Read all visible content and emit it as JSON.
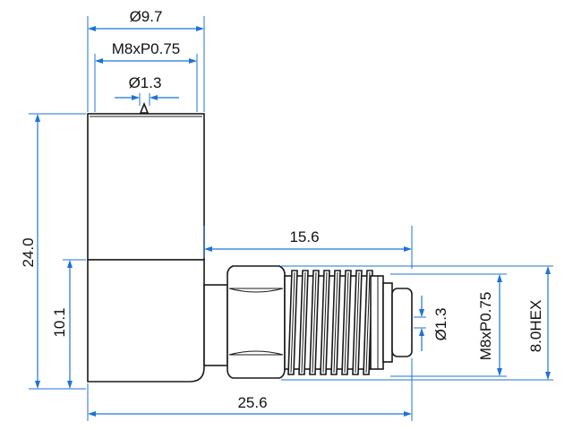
{
  "dimensions": {
    "top_diameter": "Ø9.7",
    "top_thread": "M8xP0.75",
    "top_pin_diameter": "Ø1.3",
    "overall_height": "24.0",
    "lower_height": "10.1",
    "side_length": "15.6",
    "overall_length": "25.6",
    "side_pin_diameter": "Ø1.3",
    "side_thread": "M8xP0.75",
    "hex_size": "8.0HEX"
  },
  "colors": {
    "dimension": "#1e73d6",
    "outline": "#1a1a1a",
    "text": "#111111"
  }
}
